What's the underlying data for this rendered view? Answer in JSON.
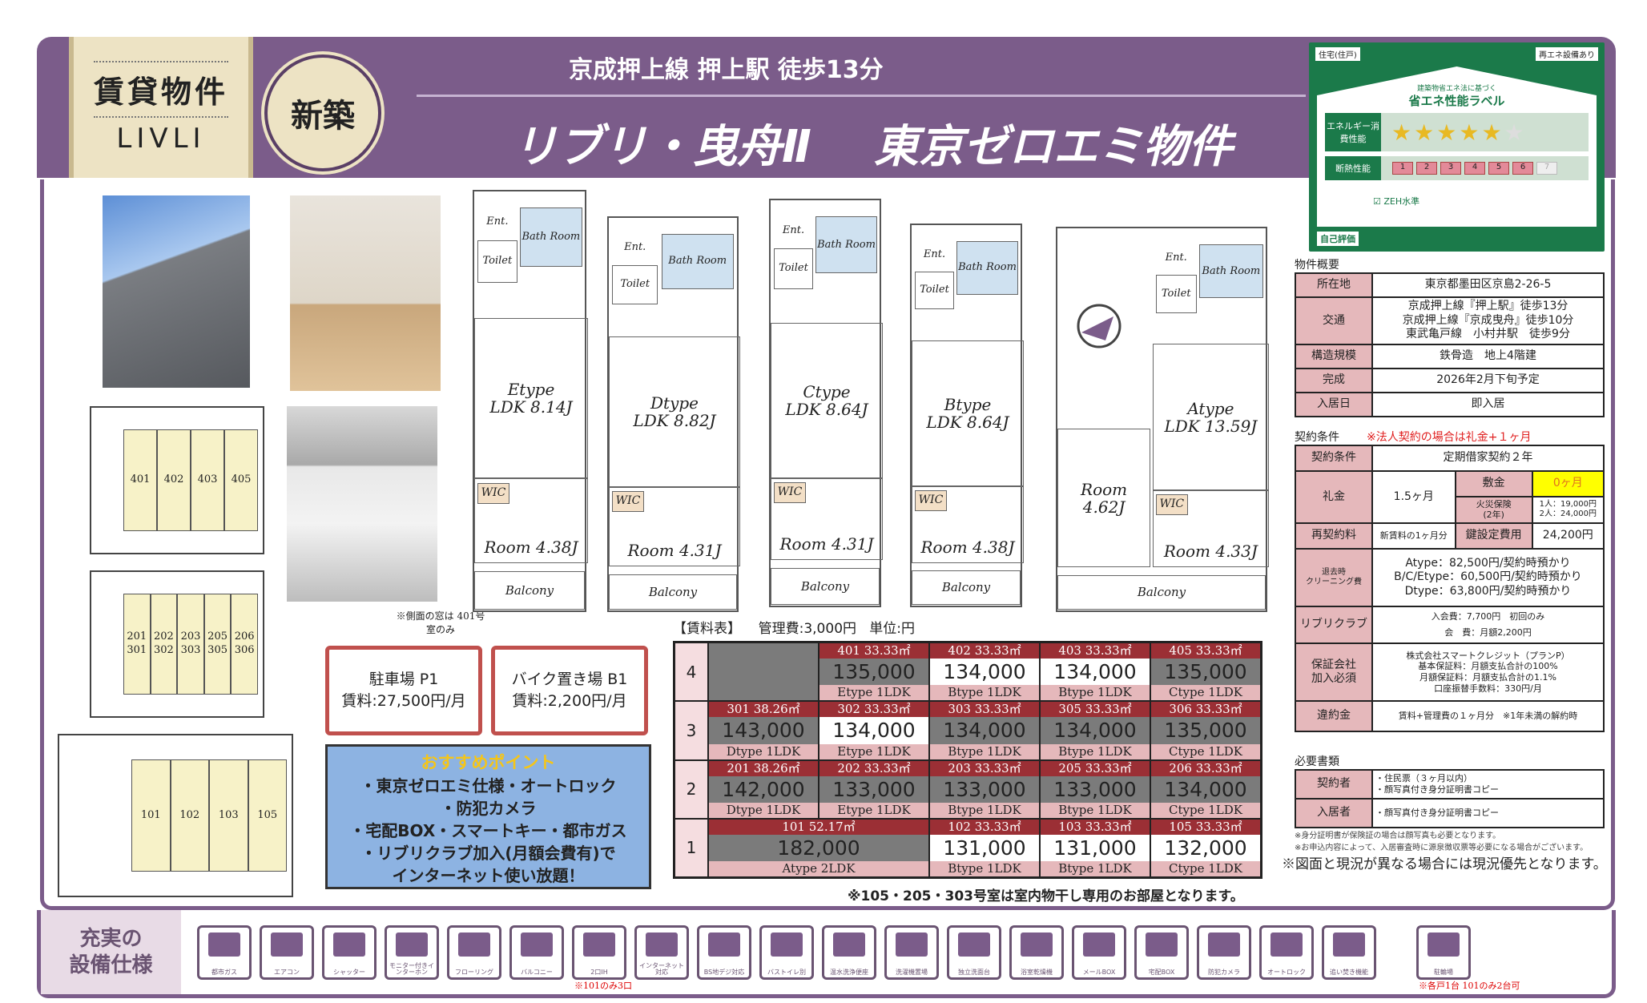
{
  "header": {
    "logo_text": "賃貸物件",
    "brand": "LIVLI",
    "badge": "新築",
    "access": "京成押上線  押上駅  徒歩13分",
    "title": "リブリ・曳舟Ⅱ    東京ゼロエミ物件",
    "colors": {
      "purple": "#7b5c8a",
      "cream": "#ede3c4"
    }
  },
  "photos": {
    "note": "※側面の窓は 401号室のみ"
  },
  "building_plans": {
    "floor4": [
      "401",
      "402",
      "403",
      "405"
    ],
    "floor23": [
      "201 301",
      "202 302",
      "203 303",
      "205 305",
      "206 306"
    ],
    "floor1": [
      "101",
      "102",
      "103",
      "105"
    ]
  },
  "unit_plans": [
    {
      "type": "Etype",
      "ldk": "LDK 8.14J",
      "room": "Room 4.38J",
      "balcony": "Balcony"
    },
    {
      "type": "Dtype",
      "ldk": "LDK 8.82J",
      "room": "Room 4.31J",
      "balcony": "Balcony"
    },
    {
      "type": "Ctype",
      "ldk": "LDK 8.64J",
      "room": "Room 4.31J",
      "balcony": "Balcony"
    },
    {
      "type": "Btype",
      "ldk": "LDK 8.64J",
      "room": "Room 4.38J",
      "balcony": "Balcony"
    },
    {
      "type": "Atype",
      "ldk": "LDK 13.59J",
      "room": "Room 4.33J",
      "room2": "Room 4.62J",
      "balcony": "Balcony"
    }
  ],
  "plan_labels": {
    "bath": "Bath Room",
    "toilet": "Toilet",
    "wic": "WIC",
    "ent": "Ent."
  },
  "parking": {
    "title": "駐車場  P1",
    "price": "賃料:27,500円/月"
  },
  "bike": {
    "title": "バイク置き場 B1",
    "price": "賃料:2,200円/月"
  },
  "recommend": {
    "heading": "おすすめポイント",
    "lines": [
      "・東京ゼロエミ仕様・オートロック",
      "・防犯カメラ",
      "・宅配BOX・スマートキー・都市ガス",
      "・リブリクラブ加入(月額会費有)で",
      "インターネット使い放題！"
    ]
  },
  "rent": {
    "title": "【賃料表】    管理費:3,000円   単位:円",
    "note": "※105・205・303号室は室内物干し専用のお部屋となります。",
    "floors": [
      {
        "floor": "4",
        "units": [
          null,
          {
            "room": "401  33.33㎡",
            "price": "135,000",
            "type": "Etype  1LDK",
            "avail": false
          },
          {
            "room": "402  33.33㎡",
            "price": "134,000",
            "type": "Btype  1LDK",
            "avail": true
          },
          {
            "room": "403  33.33㎡",
            "price": "134,000",
            "type": "Btype  1LDK",
            "avail": true
          },
          {
            "room": "405  33.33㎡",
            "price": "135,000",
            "type": "Ctype  1LDK",
            "avail": false
          }
        ]
      },
      {
        "floor": "3",
        "units": [
          {
            "room": "301  38.26㎡",
            "price": "143,000",
            "type": "Dtype  1LDK",
            "avail": false
          },
          {
            "room": "302  33.33㎡",
            "price": "134,000",
            "type": "Etype  1LDK",
            "avail": true
          },
          {
            "room": "303  33.33㎡",
            "price": "134,000",
            "type": "Btype  1LDK",
            "avail": false
          },
          {
            "room": "305  33.33㎡",
            "price": "134,000",
            "type": "Btype  1LDK",
            "avail": false
          },
          {
            "room": "306  33.33㎡",
            "price": "135,000",
            "type": "Ctype  1LDK",
            "avail": false
          }
        ]
      },
      {
        "floor": "2",
        "units": [
          {
            "room": "201  38.26㎡",
            "price": "142,000",
            "type": "Dtype  1LDK",
            "avail": false
          },
          {
            "room": "202  33.33㎡",
            "price": "133,000",
            "type": "Etype  1LDK",
            "avail": false
          },
          {
            "room": "203  33.33㎡",
            "price": "133,000",
            "type": "Btype  1LDK",
            "avail": false
          },
          {
            "room": "205  33.33㎡",
            "price": "133,000",
            "type": "Btype  1LDK",
            "avail": false
          },
          {
            "room": "206  33.33㎡",
            "price": "134,000",
            "type": "Ctype  1LDK",
            "avail": false
          }
        ]
      },
      {
        "floor": "1",
        "units": [
          {
            "room": "101  52.17㎡",
            "price": "182,000",
            "type": "Atype  2LDK",
            "avail": false,
            "span": 2
          },
          {
            "room": "102  33.33㎡",
            "price": "131,000",
            "type": "Btype  1LDK",
            "avail": true
          },
          {
            "room": "103  33.33㎡",
            "price": "131,000",
            "type": "Btype  1LDK",
            "avail": true
          },
          {
            "room": "105  33.33㎡",
            "price": "132,000",
            "type": "Ctype  1LDK",
            "avail": true
          }
        ]
      }
    ]
  },
  "energy_label": {
    "corner_left": "住宅(住戸)",
    "corner_right": "再エネ設備あり",
    "subtitle": "建築物省エネ法に基づく",
    "title": "省エネ性能ラベル",
    "energy_label": "エネルギー消費性能",
    "energy_stars": 5,
    "energy_max": 6,
    "insulation_label": "断熱性能",
    "insulation_level": 6,
    "insulation_max": 7,
    "zeh": "ZEH水準",
    "self_eval": "自己評価"
  },
  "overview": {
    "heading": "物件概要",
    "rows": [
      {
        "k": "所在地",
        "v": "東京都墨田区京島2-26-5"
      },
      {
        "k": "交通",
        "v": "京成押上線『押上駅』徒歩13分\n京成押上線『京成曳舟』徒歩10分\n東武亀戸線　小村井駅　徒歩9分"
      },
      {
        "k": "構造規模",
        "v": "鉄骨造　地上4階建"
      },
      {
        "k": "完成",
        "v": "2026年2月下旬予定"
      },
      {
        "k": "入居日",
        "v": "即入居"
      }
    ]
  },
  "contract": {
    "heading": "契約条件",
    "corp_note": "※法人契約の場合は礼金+１ヶ月",
    "term_k": "契約条件",
    "term_v": "定期借家契約２年",
    "key_money_k": "礼金",
    "key_money_v": "1.5ヶ月",
    "deposit_k": "敷金",
    "deposit_v": "0ヶ月",
    "insurance_k": "火災保険\n(2年)",
    "insurance_v": "1人：19,000円\n2人：24,000円",
    "renewal_k": "再契約料",
    "renewal_v": "新賃料の1ヶ月分",
    "lock_k": "鍵設定費用",
    "lock_v": "24,200円",
    "cleaning_k": "退去時\nクリーニング費",
    "cleaning_v": "Atype：82,500円/契約時預かり\nB/C/Etype：60,500円/契約時預かり\nDtype：63,800円/契約時預かり",
    "club_k": "リブリクラブ",
    "club_v": "入会費：7,700円　初回のみ\n会　費：月額2,200円",
    "guarantor_k": "保証会社\n加入必須",
    "guarantor_v": "株式会社スマートクレジット（プランP）\n基本保証料：月額支払合計の100%\n月額保証料：月額支払合計の1.1%\n口座振替手数料：330円/月",
    "penalty_k": "違約金",
    "penalty_v": "賃料+管理費の１ヶ月分　※1年未満の解約時"
  },
  "documents": {
    "heading": "必要書類",
    "contractor_k": "契約者",
    "contractor_v": "・住民票（３ヶ月以内）\n・顔写真付き身分証明書コピー",
    "resident_k": "入居者",
    "resident_v": "・顔写真付き身分証明書コピー",
    "note1": "※身分証明書が保険証の場合は顔写真も必要となります。",
    "note2": "※お申込内容によって、入居審査時に源泉徴収票等必要になる場合がございます。",
    "disclaimer": "※図面と現況が異なる場合には現況優先となります。"
  },
  "equipment": {
    "label": "充実の\n設備仕様",
    "items": [
      {
        "icon": "gas-flame-icon",
        "label": "都市ガス"
      },
      {
        "icon": "air-conditioner-icon",
        "label": "エアコン"
      },
      {
        "icon": "shutter-icon",
        "label": "シャッター"
      },
      {
        "icon": "monitor-intercom-icon",
        "label": "モニター付きインターホン"
      },
      {
        "icon": "flooring-icon",
        "label": "フローリング"
      },
      {
        "icon": "balcony-icon",
        "label": "バルコニー"
      },
      {
        "icon": "ih-stove-icon",
        "label": "2口IH",
        "note": "※101のみ3口"
      },
      {
        "icon": "wifi-icon",
        "label": "インターネット対応"
      },
      {
        "icon": "bs-antenna-icon",
        "label": "BS地デジ対応"
      },
      {
        "icon": "bath-toilet-separate-icon",
        "label": "バストイレ別"
      },
      {
        "icon": "washlet-icon",
        "label": "温水洗浄便座"
      },
      {
        "icon": "washing-machine-icon",
        "label": "洗濯機置場"
      },
      {
        "icon": "vanity-icon",
        "label": "独立洗面台"
      },
      {
        "icon": "bathroom-dryer-icon",
        "label": "浴室乾燥機"
      },
      {
        "icon": "mailbox-icon",
        "label": "メールBOX"
      },
      {
        "icon": "delivery-box-icon",
        "label": "宅配BOX"
      },
      {
        "icon": "security-camera-icon",
        "label": "防犯カメラ"
      },
      {
        "icon": "autolock-icon",
        "label": "オートロック"
      },
      {
        "icon": "reheat-bath-icon",
        "label": "追い焚き機能"
      },
      {
        "icon": "bicycle-parking-icon",
        "label": "駐輪場",
        "note": "※各戸1台  101のみ2台可"
      }
    ]
  }
}
